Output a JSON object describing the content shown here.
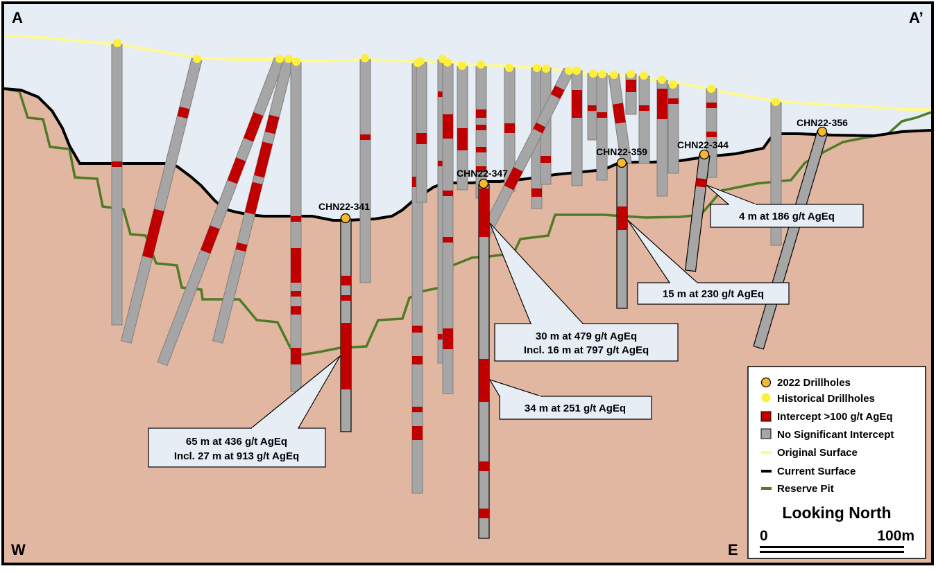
{
  "section": {
    "start_label": "A",
    "end_label": "A’",
    "west_label": "W",
    "east_label": "E"
  },
  "colors": {
    "sky": "#e6edf4",
    "ground": "#e2b7a1",
    "hole_gray": "#a6a6a6",
    "intercept_red": "#c00000",
    "drillhole_2022": "#f5b82e",
    "historical": "#fef03a",
    "original_surface": "#fdf996",
    "current_surface": "#000000",
    "reserve_pit": "#4f7a28"
  },
  "drillholes_2022": [
    {
      "id": "CHN22-341"
    },
    {
      "id": "CHN22-347"
    },
    {
      "id": "CHN22-359"
    },
    {
      "id": "CHN22-344"
    },
    {
      "id": "CHN22-356"
    }
  ],
  "callouts": [
    {
      "id": "callout-341",
      "lines": [
        "65 m at 436 g/t AgEq",
        "Incl. 27 m at 913 g/t AgEq"
      ]
    },
    {
      "id": "callout-347a",
      "lines": [
        "30 m at 479 g/t AgEq",
        "Incl. 16 m at 797 g/t AgEq"
      ]
    },
    {
      "id": "callout-347b",
      "lines": [
        "34 m at 251 g/t AgEq"
      ]
    },
    {
      "id": "callout-359",
      "lines": [
        "15 m at 230 g/t AgEq"
      ]
    },
    {
      "id": "callout-344",
      "lines": [
        "4 m at 186 g/t AgEq"
      ]
    }
  ],
  "legend": {
    "items": [
      {
        "label": "2022 Drillholes",
        "icon": "orange-circle-icon"
      },
      {
        "label": "Historical Drillholes",
        "icon": "yellow-circle-icon"
      },
      {
        "label": "Intercept >100 g/t AgEq",
        "icon": "red-square-icon"
      },
      {
        "label": "No Significant Intercept",
        "icon": "gray-square-icon"
      },
      {
        "label": "Original Surface",
        "icon": "yellow-line-icon"
      },
      {
        "label": "Current Surface",
        "icon": "black-line-icon"
      },
      {
        "label": "Reserve Pit",
        "icon": "green-line-icon"
      }
    ],
    "orientation": "Looking North",
    "scale_start": "0",
    "scale_end": "100m"
  }
}
